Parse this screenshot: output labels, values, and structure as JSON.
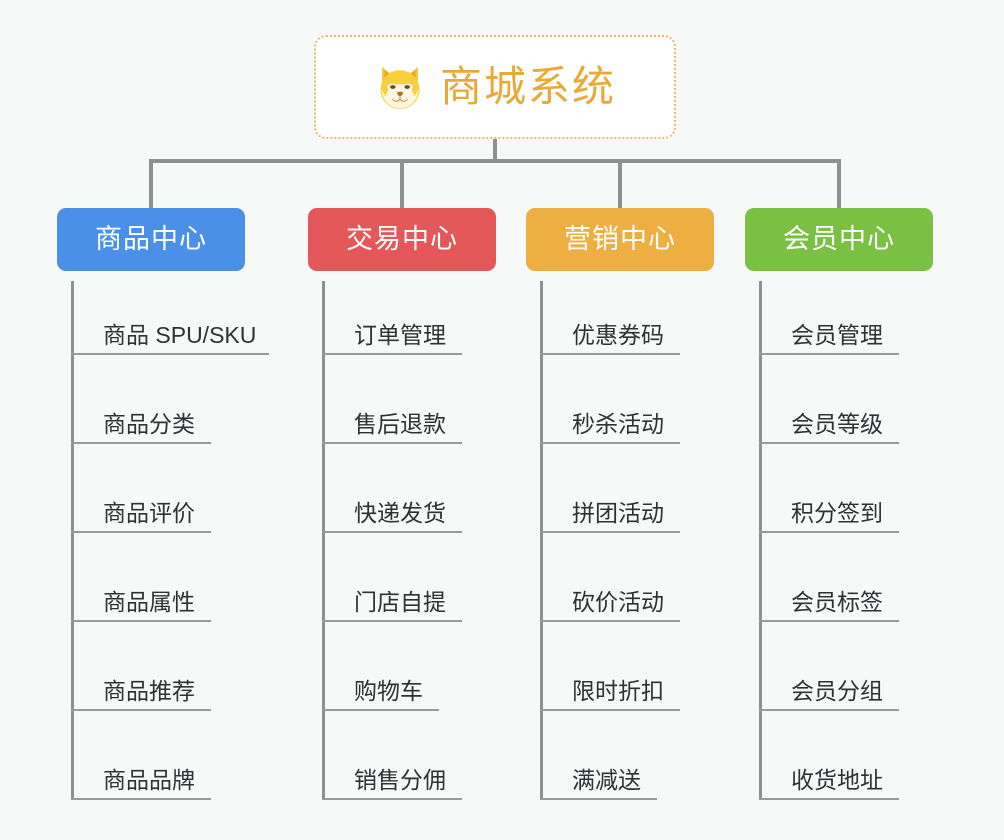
{
  "root": {
    "title": "商城系统",
    "icon": "shiba-face-emoji",
    "text_color": "#e8a93c",
    "border_color": "#e9b96a"
  },
  "connector_color": "#8f8f8f",
  "background_color": "#f7f8f8",
  "branches": [
    {
      "label": "商品中心",
      "color": "#4a90e8",
      "items": [
        "商品 SPU/SKU",
        "商品分类",
        "商品评价",
        "商品属性",
        "商品推荐",
        "商品品牌"
      ]
    },
    {
      "label": "交易中心",
      "color": "#e4585a",
      "items": [
        "订单管理",
        "售后退款",
        "快递发货",
        "门店自提",
        "购物车",
        "销售分佣"
      ]
    },
    {
      "label": "营销中心",
      "color": "#edaf42",
      "items": [
        "优惠券码",
        "秒杀活动",
        "拼团活动",
        "砍价活动",
        "限时折扣",
        "满减送"
      ]
    },
    {
      "label": "会员中心",
      "color": "#7ac143",
      "items": [
        "会员管理",
        "会员等级",
        "积分签到",
        "会员标签",
        "会员分组",
        "收货地址"
      ]
    }
  ]
}
